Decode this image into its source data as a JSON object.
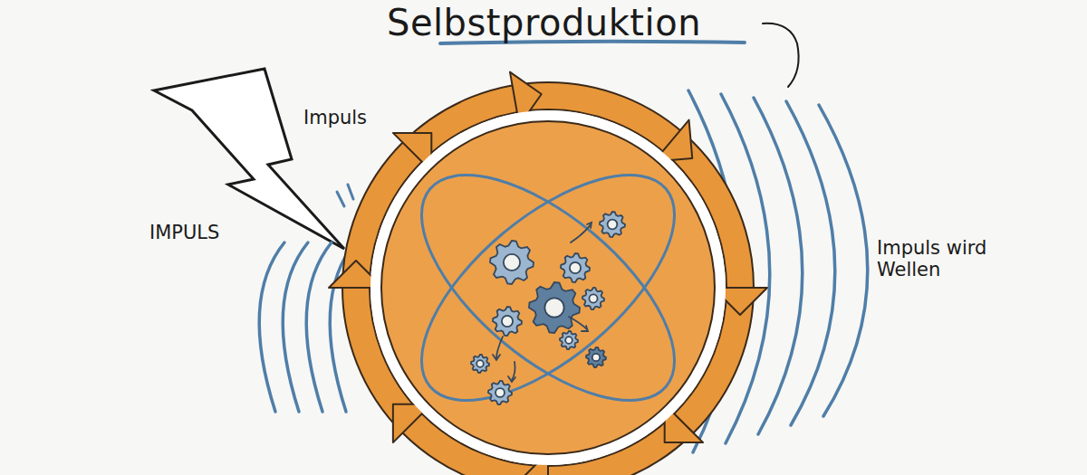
{
  "diagram": {
    "title": "Selbstproduktion",
    "labels": [
      "Impuls",
      "IMPULS",
      "Impuls wird Wellen"
    ]
  }
}
